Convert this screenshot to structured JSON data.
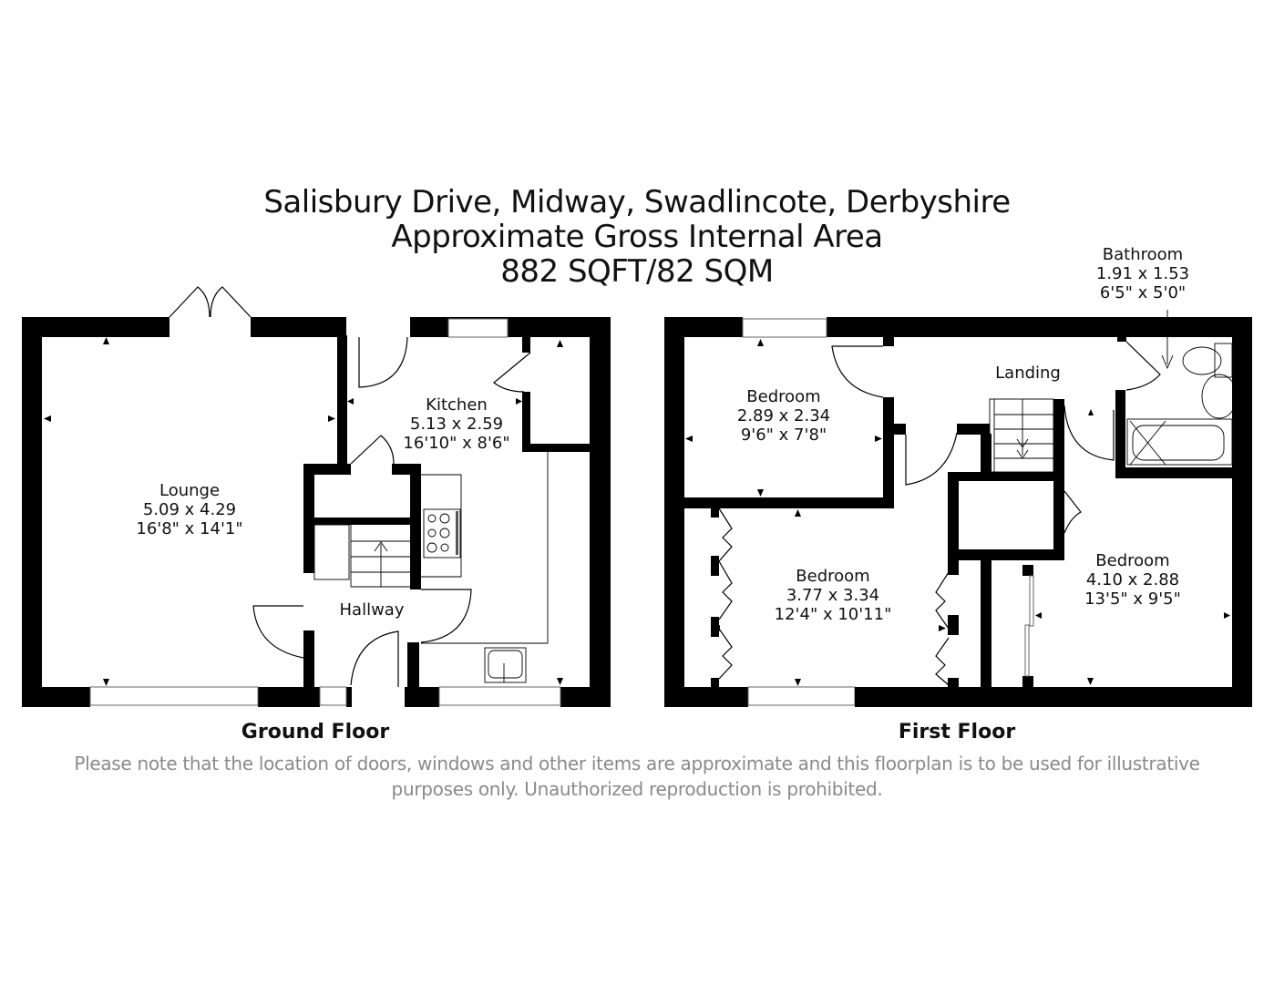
{
  "header": {
    "address": "Salisbury Drive, Midway, Swadlincote, Derbyshire",
    "area_label": "Approximate Gross Internal Area",
    "area_value": "882 SQFT/82 SQM"
  },
  "floors": [
    {
      "name": "Ground Floor",
      "rooms": [
        {
          "name": "Lounge",
          "metric": "5.09 x 4.29",
          "imperial": "16'8\" x 14'1\""
        },
        {
          "name": "Kitchen",
          "metric": "5.13 x 2.59",
          "imperial": "16'10\" x 8'6\""
        },
        {
          "name": "Hallway"
        }
      ]
    },
    {
      "name": "First Floor",
      "rooms": [
        {
          "name": "Bedroom",
          "metric": "2.89 x 2.34",
          "imperial": "9'6\" x 7'8\""
        },
        {
          "name": "Landing"
        },
        {
          "name": "Bathroom",
          "metric": "1.91 x 1.53",
          "imperial": "6'5\" x 5'0\""
        },
        {
          "name": "Bedroom",
          "metric": "3.77 x 3.34",
          "imperial": "12'4\" x 10'11\""
        },
        {
          "name": "Bedroom",
          "metric": "4.10 x 2.88",
          "imperial": "13'5\" x 9'5\""
        }
      ]
    }
  ],
  "footer": {
    "disclaimer_line1": "Please note that the location of doors, windows and other items are approximate and this floorplan is to be used for illustrative",
    "disclaimer_line2": "purposes only. Unauthorized reproduction is prohibited."
  },
  "colors": {
    "wall": "#000000",
    "background": "#ffffff",
    "disclaimer_text": "#8a8a8a"
  }
}
